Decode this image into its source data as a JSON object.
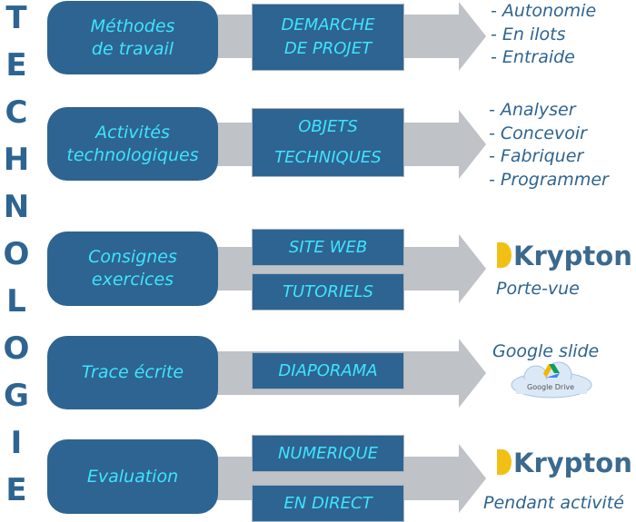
{
  "side_title_letters": [
    "T",
    "E",
    "C",
    "H",
    "N",
    "O",
    "L",
    "O",
    "G",
    "I",
    "E"
  ],
  "rows": [
    {
      "left": [
        "Méthodes",
        "de travail"
      ],
      "boxes": [
        [
          "DEMARCHE",
          "DE PROJET"
        ]
      ],
      "right_list": [
        "- Autonomie",
        "- En ilots",
        "- Entraide"
      ]
    },
    {
      "left": [
        "Activités",
        "technologiques"
      ],
      "boxes": [
        [
          "OBJETS",
          "TECHNIQUES"
        ]
      ],
      "right_list": [
        "- Analyser",
        "- Concevoir",
        "- Fabriquer",
        "- Programmer"
      ]
    },
    {
      "left": [
        "Consignes",
        "exercices"
      ],
      "boxes": [
        [
          "SITE WEB"
        ],
        [
          "TUTORIELS"
        ]
      ],
      "right_logo": "Krypton",
      "right_note": "Porte-vue"
    },
    {
      "left": [
        "Trace écrite"
      ],
      "boxes": [
        [
          "DIAPORAMA"
        ]
      ],
      "right_note": "Google slide",
      "right_badge": "Google Drive"
    },
    {
      "left": [
        "Evaluation"
      ],
      "boxes": [
        [
          "NUMERIQUE"
        ],
        [
          "EN DIRECT"
        ]
      ],
      "right_logo": "Krypton",
      "right_note": "Pendant activité"
    }
  ],
  "icons": {
    "logo": "krypton-logo",
    "drive": "google-drive-icon"
  },
  "colors": {
    "primary": "#2e6491",
    "accent_text": "#3fe3ff",
    "arrow": "#bfc2c6",
    "logo_yellow": "#f2c014"
  }
}
